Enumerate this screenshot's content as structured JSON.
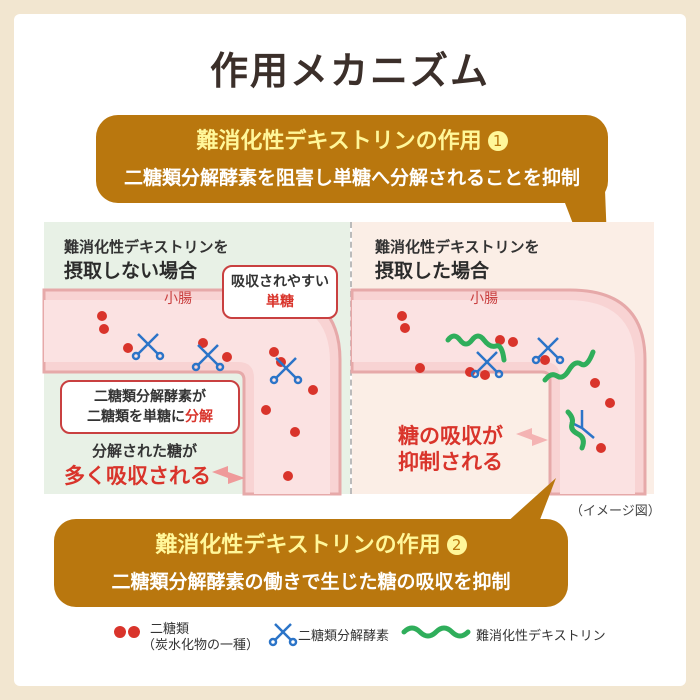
{
  "title": "作用メカニズム",
  "bubble1": {
    "heading": "難消化性デキストリンの作用",
    "number": "1",
    "sub": "二糖類分解酵素を阻害し単糖へ分解されることを抑制"
  },
  "bubble2": {
    "heading": "難消化性デキストリンの作用",
    "number": "2",
    "sub": "二糖類分解酵素の働きで生じた糖の吸収を抑制"
  },
  "left_panel": {
    "line1": "難消化性デキストリンを",
    "line2": "摂取しない場合",
    "intestine": "小腸",
    "callout_top": {
      "line1": "吸収されやすい",
      "line2": "単糖"
    },
    "callout_mid": {
      "line1": "二糖類分解酵素が",
      "line2a": "二糖類を単糖に",
      "line2b": "分解"
    },
    "absorbed_small": "分解された糖が",
    "absorbed_big": "多く吸収される"
  },
  "right_panel": {
    "line1": "難消化性デキストリンを",
    "line2": "摂取した場合",
    "intestine": "小腸",
    "suppressed_line1": "糖の吸収が",
    "suppressed_line2": "抑制される"
  },
  "caption": "（イメージ図）",
  "legend": {
    "disaccharide_line1": "二糖類",
    "disaccharide_line2": "（炭水化物の一種）",
    "enzyme": "二糖類分解酵素",
    "dextrin": "難消化性デキストリン"
  },
  "colors": {
    "bubble": "#b9770e",
    "bubble_heading": "#fff79a",
    "red": "#d9342b",
    "green": "#2fae5b",
    "blue": "#2b74c8"
  }
}
